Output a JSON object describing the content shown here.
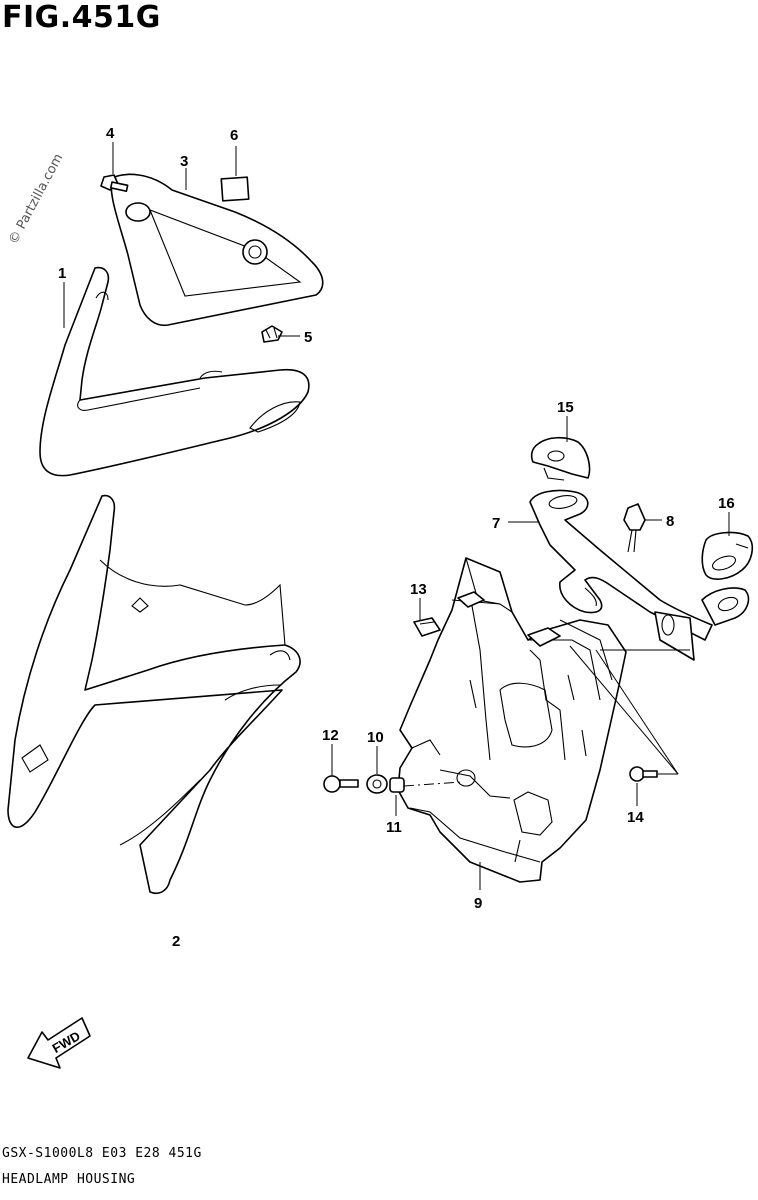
{
  "figure": {
    "title": "FIG.451G",
    "watermark": "© Partzilla.com",
    "model_code": "GSX-S1000L8  E03  E28  451G",
    "section_title": "HEADLAMP HOUSING",
    "fwd_label": "FWD"
  },
  "callouts": {
    "p1": "1",
    "p2": "2",
    "p3": "3",
    "p4": "4",
    "p5": "5",
    "p6": "6",
    "p7": "7",
    "p8": "8",
    "p9": "9",
    "p10": "10",
    "p11": "11",
    "p12": "12",
    "p13": "13",
    "p14": "14",
    "p15": "15",
    "p16": "16"
  }
}
